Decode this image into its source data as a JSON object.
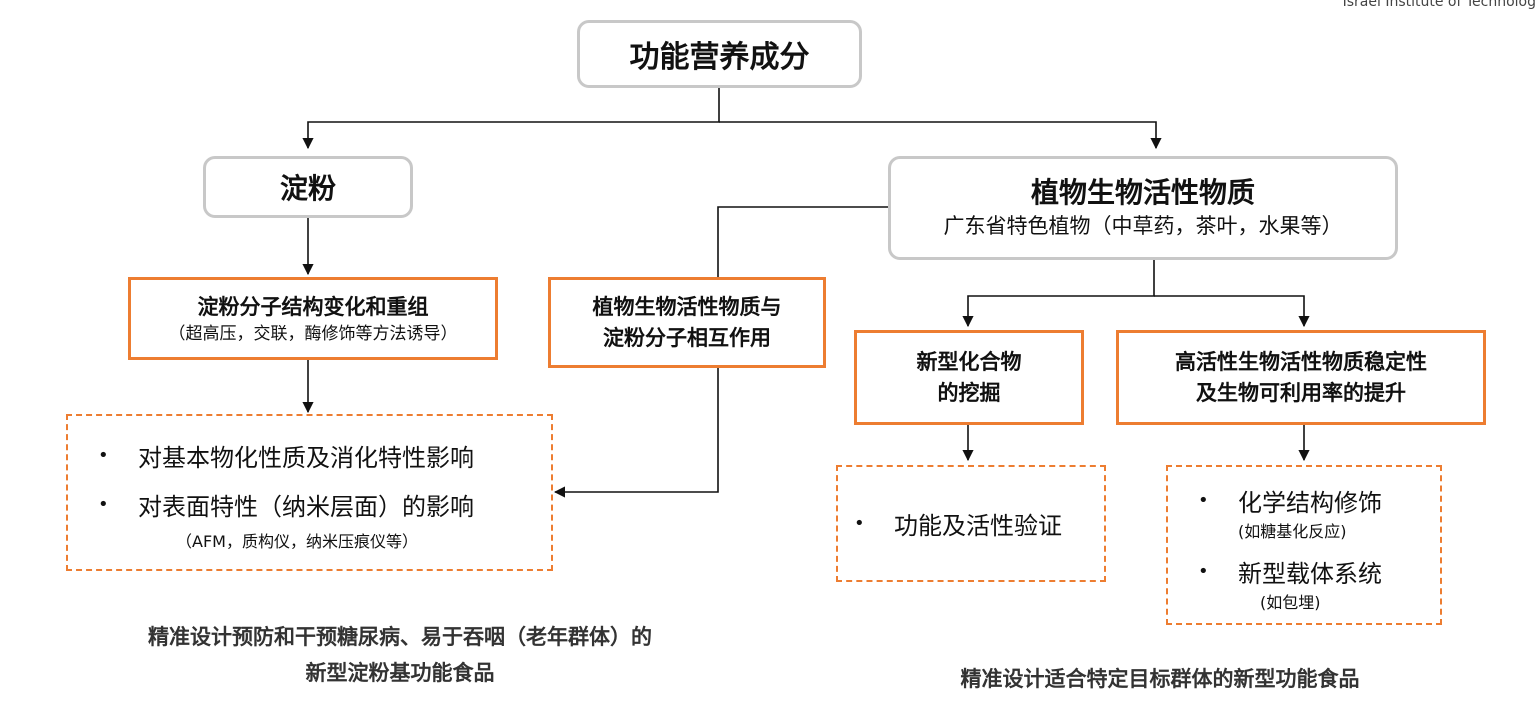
{
  "corner_text": "Israel Institute of Technolog",
  "root": {
    "title": "功能营养成分"
  },
  "starch": {
    "title": "淀粉"
  },
  "plant": {
    "title": "植物生物活性物质",
    "subtitle": "广东省特色植物（中草药，茶叶，水果等）"
  },
  "starch_restructure": {
    "title": "淀粉分子结构变化和重组",
    "subtitle": "（超高压，交联，酶修饰等方法诱导）"
  },
  "interaction": {
    "line1": "植物生物活性物质与",
    "line2": "淀粉分子相互作用"
  },
  "new_compound": {
    "line1": "新型化合物",
    "line2": "的挖掘"
  },
  "stability": {
    "line1": "高活性生物活性物质稳定性",
    "line2": "及生物可利用率的提升"
  },
  "effects": {
    "items": [
      {
        "bullet": "•",
        "text": "对基本物化性质及消化特性影响"
      },
      {
        "bullet": "•",
        "text": "对表面特性（纳米层面）的影响"
      }
    ],
    "note": "（AFM，质构仪，纳米压痕仪等）"
  },
  "validation": {
    "items": [
      {
        "bullet": "•",
        "text": "功能及活性验证"
      }
    ]
  },
  "modification": {
    "items": [
      {
        "bullet": "•",
        "text": "化学结构修饰",
        "note": "(如糖基化反应)"
      },
      {
        "bullet": "•",
        "text": "新型载体系统",
        "note": "(如包埋)"
      }
    ]
  },
  "footer_left": {
    "line1": "精准设计预防和干预糖尿病、易于吞咽（老年群体）的",
    "line2": "新型淀粉基功能食品"
  },
  "footer_right": {
    "line1": "精准设计适合特定目标群体的新型功能食品"
  },
  "colors": {
    "accent_orange": "#ed7d31",
    "box_gray": "#c8c8c8",
    "text": "#111111"
  }
}
